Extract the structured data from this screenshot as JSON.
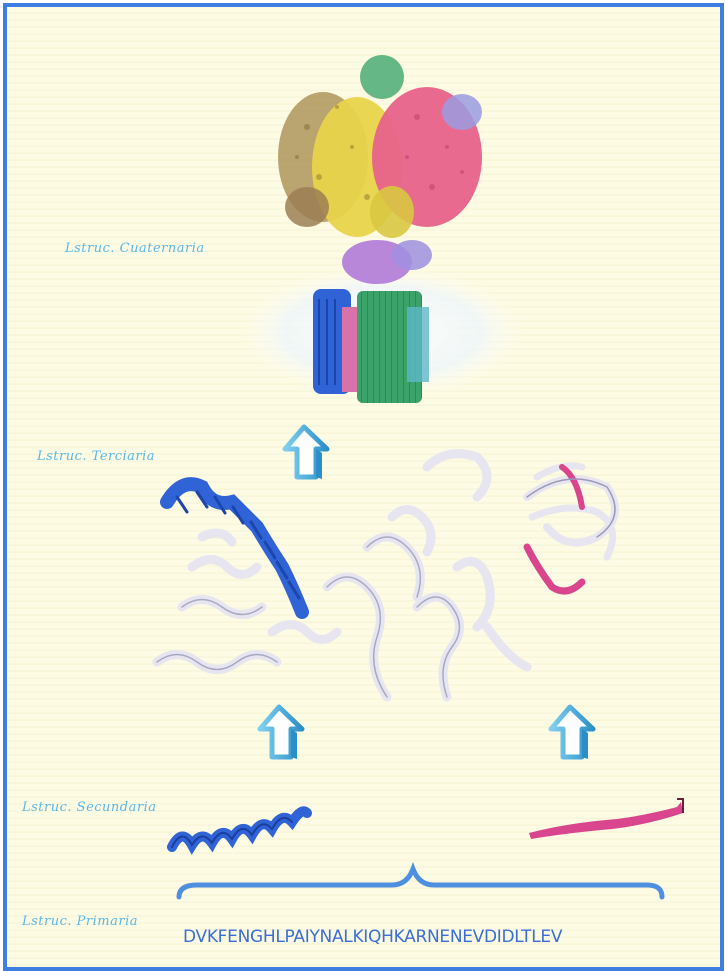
{
  "labels": {
    "quaternary": "Lstruc. Cuaternaria",
    "tertiary": "Lstruc. Terciaria",
    "secondary": "Lstruc. Secundaria",
    "primary": "Lstruc. Primaria"
  },
  "sequence": "DVKFENGHLPAIYNALKIQHKARNENEVDIDLTLEV",
  "colors": {
    "border": "#3d7ee0",
    "label": "#5bb8e8",
    "sequence": "#3b6fd8",
    "helix": "#2f63d6",
    "strand": "#d9468e",
    "ribbon": "#e9e8f2"
  },
  "icons": [
    "up-arrow-icon",
    "up-arrow-icon",
    "up-arrow-icon"
  ]
}
